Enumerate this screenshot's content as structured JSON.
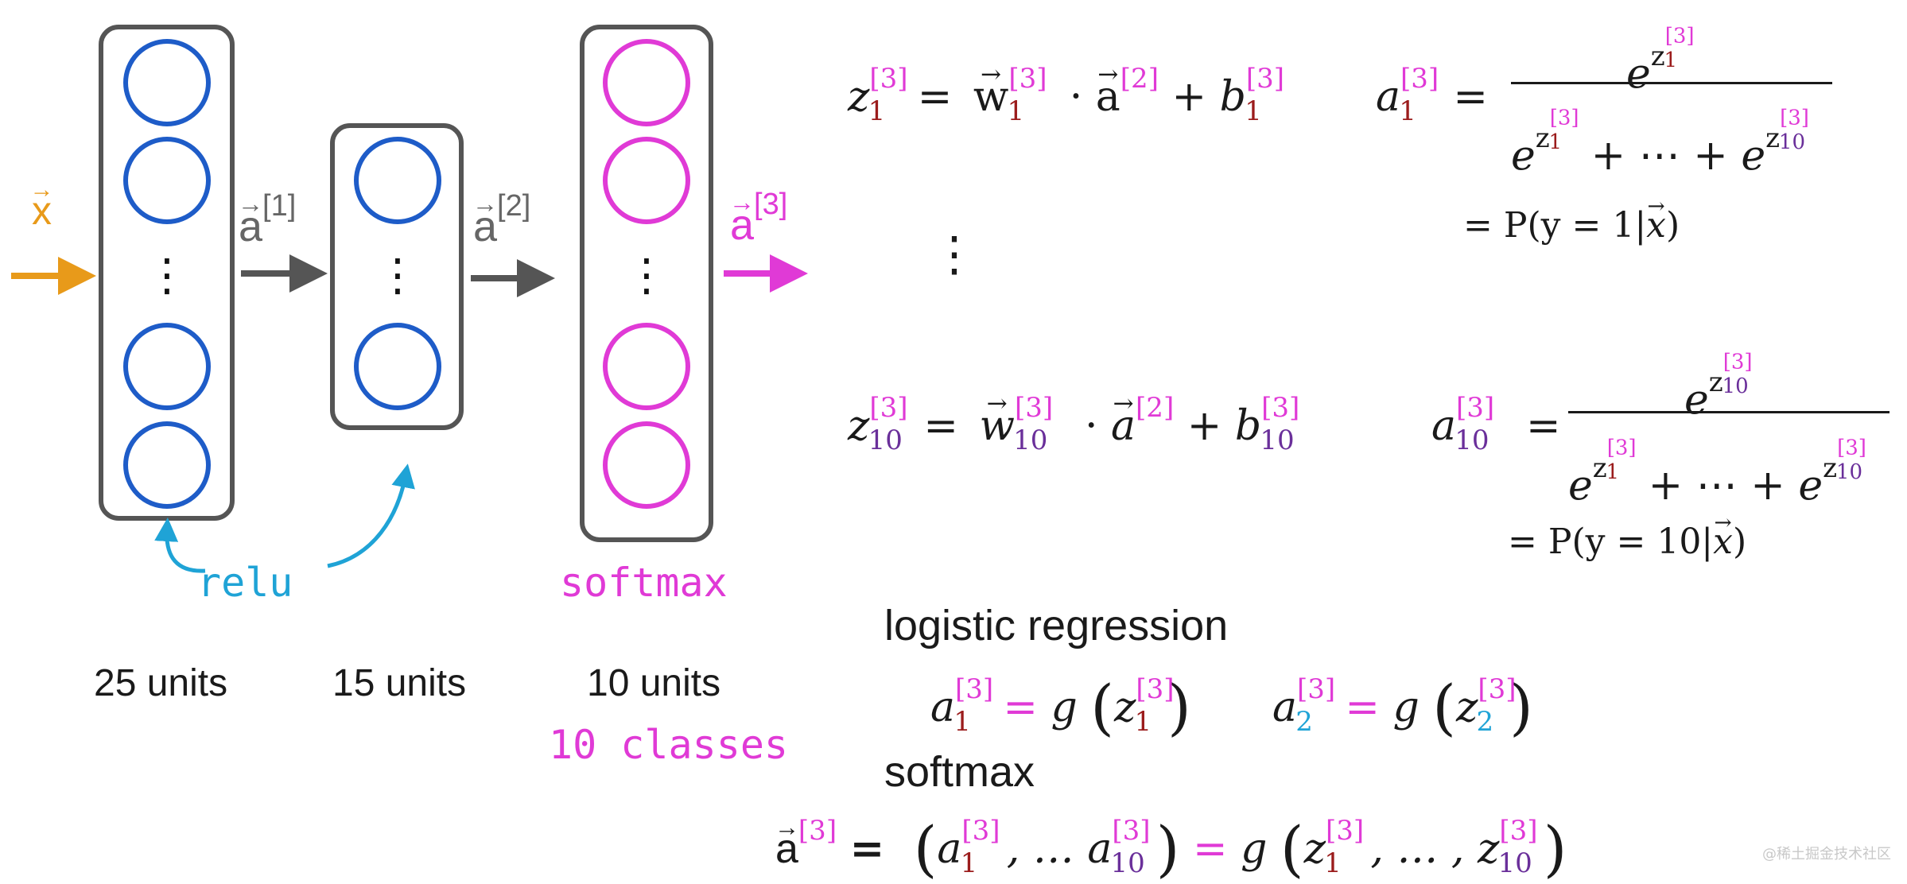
{
  "network": {
    "input_label": "x",
    "activation_labels": [
      "a",
      "a",
      "a"
    ],
    "activation_supers": [
      "[1]",
      "[2]",
      "[3]"
    ],
    "layers": [
      {
        "units_label": "25 units",
        "color": "#1e5cc8"
      },
      {
        "units_label": "15 units",
        "color": "#1e5cc8"
      },
      {
        "units_label": "10 units",
        "color": "#e03ad6"
      }
    ],
    "dots": [
      "⋮",
      "⋮",
      "⋮"
    ],
    "annotations": {
      "relu": "relu",
      "softmax": "softmax",
      "classes": "10 classes"
    }
  },
  "equations": {
    "z_first": {
      "z": "z",
      "w": "w",
      "a": "a",
      "b": "b",
      "sup": "[3]",
      "prev_sup": "[2]",
      "idx": "1",
      "eq": "=",
      "dot": "·",
      "plus": "+"
    },
    "z_last": {
      "z": "z",
      "w": "w",
      "a": "a",
      "b": "b",
      "sup": "[3]",
      "prev_sup": "[2]",
      "idx": "10",
      "eq": "=",
      "dot": "·",
      "plus": "+"
    },
    "vdots": "⋮",
    "a_first": {
      "a": "a",
      "sup": "[3]",
      "idx": "1",
      "eq": "=",
      "num_e": "e",
      "num_z": "z",
      "num_idx": "1",
      "den_e1": "e",
      "den_z1": "z",
      "den_idx1": "1",
      "den_mid": "+ ⋯ +",
      "den_e2": "e",
      "den_z2": "z",
      "den_idx2": "10",
      "prob": "= P(y = 1|",
      "x": "x",
      "close": ")"
    },
    "a_last": {
      "a": "a",
      "sup": "[3]",
      "idx": "10",
      "eq": "=",
      "num_e": "e",
      "num_z": "z",
      "num_idx": "10",
      "den_e1": "e",
      "den_z1": "z",
      "den_idx1": "1",
      "den_mid": "+ ⋯ +",
      "den_e2": "e",
      "den_z2": "z",
      "den_idx2": "10",
      "prob": "= P(y = 10|",
      "x": "x",
      "close": ")"
    }
  },
  "bottom": {
    "logistic_heading": "logistic regression",
    "log1": {
      "a": "a",
      "sup": "[3]",
      "idx": "1",
      "eq": "=",
      "g": "g",
      "z": "z"
    },
    "log2": {
      "a": "a",
      "sup": "[3]",
      "idx": "2",
      "eq": "=",
      "g": "g",
      "z": "z"
    },
    "softmax_heading": "softmax",
    "soft": {
      "a": "a",
      "sup": "[3]",
      "eq": "=",
      "a1": "a",
      "idx1": "1",
      "mid": ", … a",
      "idx10": "10",
      "g": "g",
      "z1": "z",
      "zmid": ", … , z"
    }
  },
  "watermark": "@稀土掘金技术社区"
}
